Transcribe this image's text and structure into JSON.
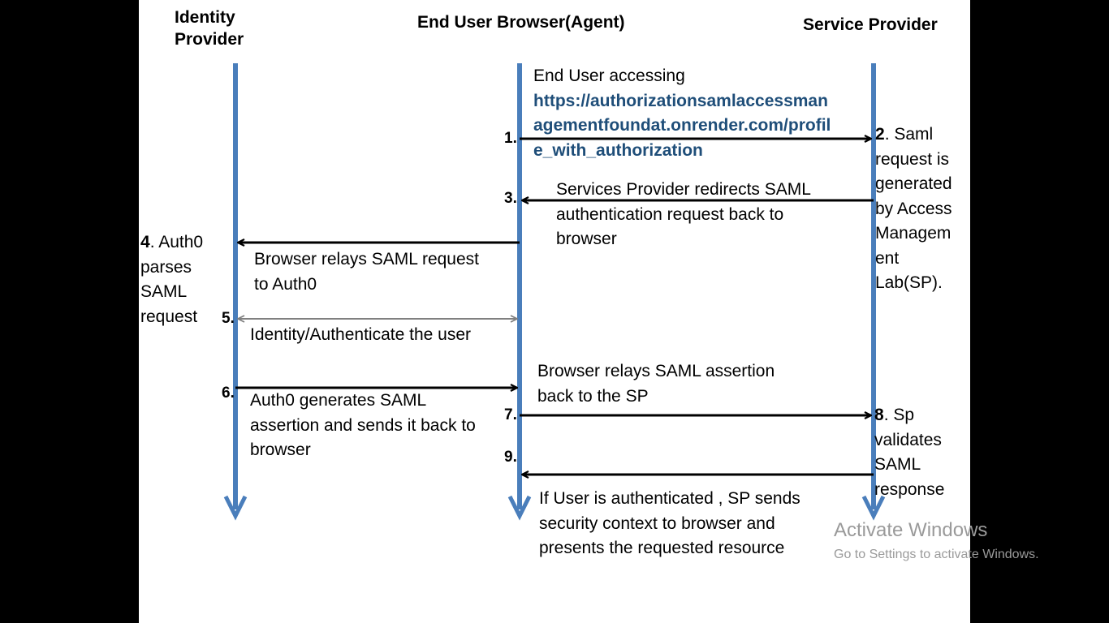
{
  "colors": {
    "lifeline": "#4a7ebb",
    "arrow": "#000000",
    "arrow_return": "#808080",
    "link": "#1f4e79",
    "background": "#ffffff",
    "letterbox": "#000000"
  },
  "lanes": {
    "identity_provider_line1": "Identity",
    "identity_provider_line2": "Provider",
    "browser": "End User Browser(Agent)",
    "service_provider": "Service Provider"
  },
  "steps": {
    "n1": "1.",
    "n3": "3.",
    "n5": "5.",
    "n6": "6.",
    "n7": "7.",
    "n9": "9."
  },
  "messages": {
    "m1_line1": "End User accessing",
    "m1_url_line1": "https://authorizationsamlaccessman",
    "m1_url_line2": "agementfoundat.onrender.com/profil",
    "m1_url_line3": "e_with_authorization",
    "m2_num": "2",
    "m2_l1": ". Saml",
    "m2_l2": "request is",
    "m2_l3": "generated",
    "m2_l4": "by Access",
    "m2_l5": "Managem",
    "m2_l6": "ent",
    "m2_l7": "Lab(SP).",
    "m3_l1": "Services Provider redirects SAML",
    "m3_l2": "authentication request back to",
    "m3_l3": "browser",
    "m4_num": "4",
    "m4_l1": ". Auth0",
    "m4_l2": "parses",
    "m4_l3": "SAML",
    "m4_l4": "request",
    "m4b_l1": "Browser relays SAML request",
    "m4b_l2": "to Auth0",
    "m5": "Identity/Authenticate  the user",
    "m6_l1": "Auth0 generates SAML",
    "m6_l2": "assertion and sends it back to",
    "m6_l3": "browser",
    "m7_l1": "Browser relays SAML assertion",
    "m7_l2": "back to the SP",
    "m8_num": "8",
    "m8_l1": ". Sp",
    "m8_l2": "validates",
    "m8_l3": "SAML",
    "m8_l4": "response",
    "m9_l1": "If User is authenticated , SP sends",
    "m9_l2": "security context to browser and",
    "m9_l3": "presents the requested resource"
  },
  "watermark": {
    "title": "Activate Windows",
    "subtitle": "Go to Settings to activate Windows."
  }
}
